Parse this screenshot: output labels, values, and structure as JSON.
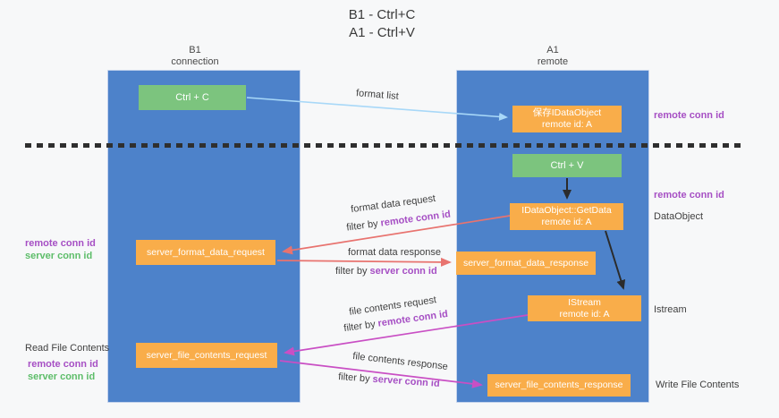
{
  "title": {
    "line1": "B1 - Ctrl+C",
    "line2": "A1 - Ctrl+V"
  },
  "columns": {
    "left": {
      "name": "B1",
      "subtitle": "connection"
    },
    "right": {
      "name": "A1",
      "subtitle": "remote"
    }
  },
  "nodes": {
    "ctrl_c": {
      "label": "Ctrl + C"
    },
    "ctrl_v": {
      "label": "Ctrl + V"
    },
    "save_idataobject": {
      "line1": "保存IDataObject",
      "line2": "remote id: A"
    },
    "idataobject_getdata": {
      "line1": "IDataObject::GetData",
      "line2": "remote id: A"
    },
    "istream": {
      "line1": "IStream",
      "line2": "remote id: A"
    },
    "server_format_data_request": {
      "label": "server_format_data_request"
    },
    "server_format_data_response": {
      "label": "server_format_data_response"
    },
    "server_file_contents_request": {
      "label": "server_file_contents_request"
    },
    "server_file_contents_response": {
      "label": "server_file_contents_response"
    }
  },
  "labels": {
    "format_list": "format list",
    "format_data_request": "format data request",
    "format_data_response": "format data response",
    "file_contents_request": "file contents request",
    "file_contents_response": "file contents response",
    "filter_by": "filter by ",
    "remote_conn_id": "remote conn id",
    "server_conn_id": "server conn id",
    "read_file_contents": "Read File Contents",
    "write_file_contents": "Write File Contents",
    "dataobject": "DataObject",
    "istream_side": "Istream"
  },
  "colors": {
    "column_fill": "#4d82ca",
    "node_orange": "#f9ad4a",
    "node_green": "#7cc47e",
    "arrow_red": "#e8736f",
    "arrow_magenta": "#c94fc4",
    "arrow_lightblue": "#a8d8f8",
    "arrow_black": "#2b2b2b",
    "text_purple": "#a64fc4",
    "text_green": "#5dbd69"
  }
}
